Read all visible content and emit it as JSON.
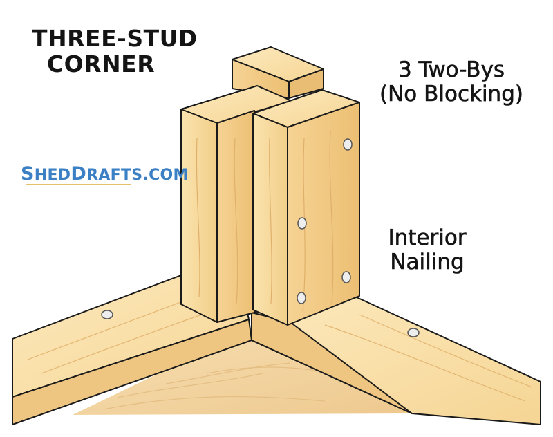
{
  "title": {
    "line1": "THREE-STUD",
    "line2": "CORNER"
  },
  "labels": {
    "two_bys_line1": "3 Two-Bys",
    "two_bys_line2": "(No Blocking)",
    "interior_line1": "Interior",
    "interior_line2": "Nailing"
  },
  "brand": {
    "text": "SHEDDRAFTS.COM",
    "cap1": "S",
    "rest1": "HED",
    "cap2": "D",
    "rest2": "RAFTS.COM",
    "color": "#3b7fc4",
    "underline_color": "#e3c26a"
  },
  "colors": {
    "wood_light": "#f7dca0",
    "wood_mid": "#efc67c",
    "wood_dark": "#dba85c",
    "floor": "#f4d9a8",
    "outline": "#1a1a1a",
    "nail": "#e8e8e8"
  }
}
